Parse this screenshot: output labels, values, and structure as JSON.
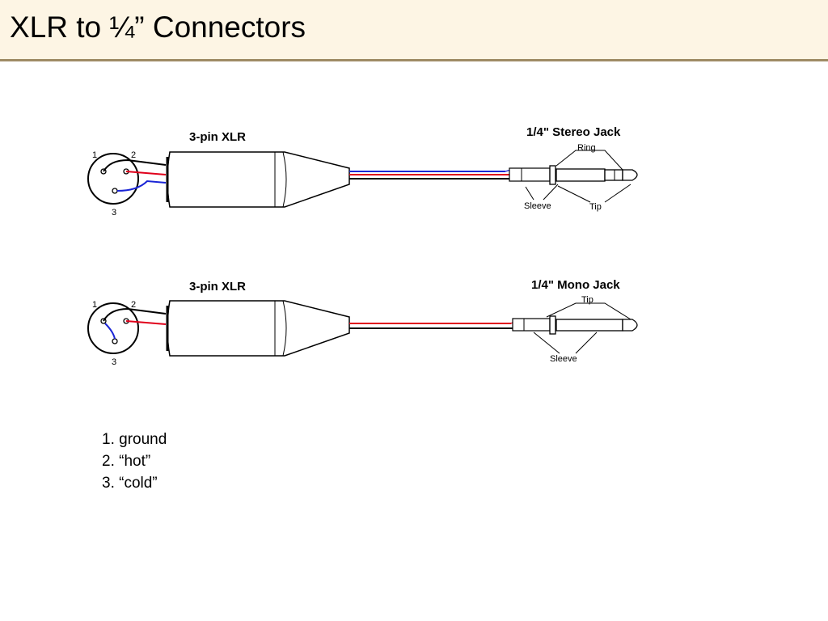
{
  "header": {
    "title": "XLR to ¼” Connectors"
  },
  "diagrams": [
    {
      "xlr_label": "3-pin XLR",
      "pin_labels": [
        "1",
        "2",
        "3"
      ],
      "jack_label": "1/4\" Stereo Jack",
      "callouts": {
        "ring": "Ring",
        "sleeve": "Sleeve",
        "tip": "Tip"
      }
    },
    {
      "xlr_label": "3-pin XLR",
      "pin_labels": [
        "1",
        "2",
        "3"
      ],
      "jack_label": "1/4\" Mono Jack",
      "callouts": {
        "tip": "Tip",
        "sleeve": "Sleeve"
      }
    }
  ],
  "legend": [
    "1. ground",
    "2. “hot”",
    "3. “cold”"
  ],
  "colors": {
    "hot_wire": "#e0001b",
    "cold_wire": "#1a25d6",
    "ground_wire": "#000000",
    "header_bg": "#fdf5e4",
    "header_rule": "#9e8b64"
  }
}
